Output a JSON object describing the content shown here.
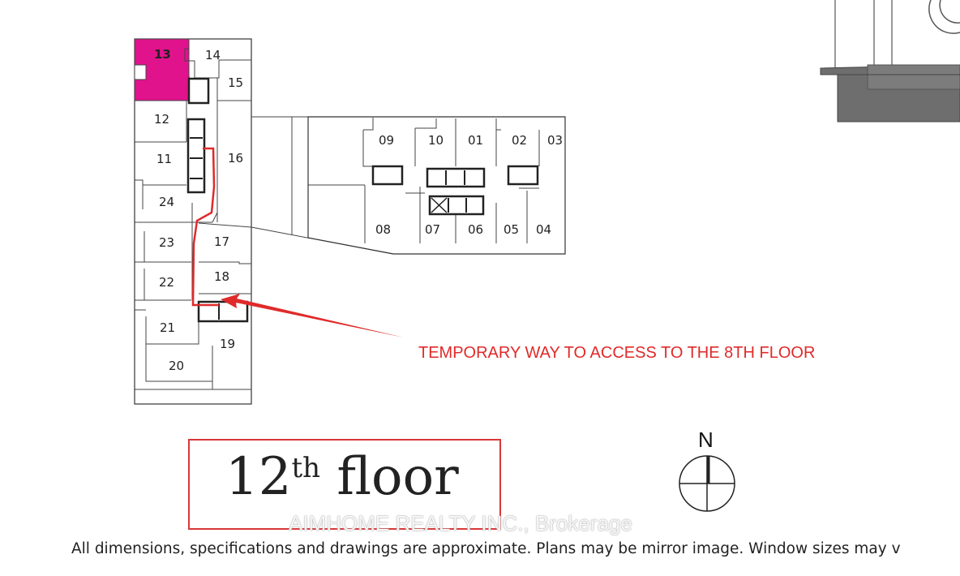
{
  "units": {
    "u13": "13",
    "u14": "14",
    "u15": "15",
    "u12": "12",
    "u11": "11",
    "u16": "16",
    "u24": "24",
    "u23": "23",
    "u17": "17",
    "u22": "22",
    "u18": "18",
    "u21": "21",
    "u19": "19",
    "u20": "20",
    "u09": "09",
    "u10": "10",
    "u01": "01",
    "u02": "02",
    "u03": "03",
    "u08": "08",
    "u07": "07",
    "u06": "06",
    "u05": "05",
    "u04": "04"
  },
  "highlight": {
    "unit": "13",
    "color": "#e0138c"
  },
  "annotation": {
    "text": "TEMPORARY WAY TO ACCESS TO THE 8TH FLOOR",
    "color": "#e02a2a"
  },
  "floor": {
    "number": "12",
    "suffix": "th",
    "word": "floor"
  },
  "compass": {
    "label": "N"
  },
  "watermark": "AIMHOME REALTY INC., Brokerage",
  "disclaimer": "All dimensions, specifications and drawings are approximate. Plans may be mirror image. Window sizes may v"
}
